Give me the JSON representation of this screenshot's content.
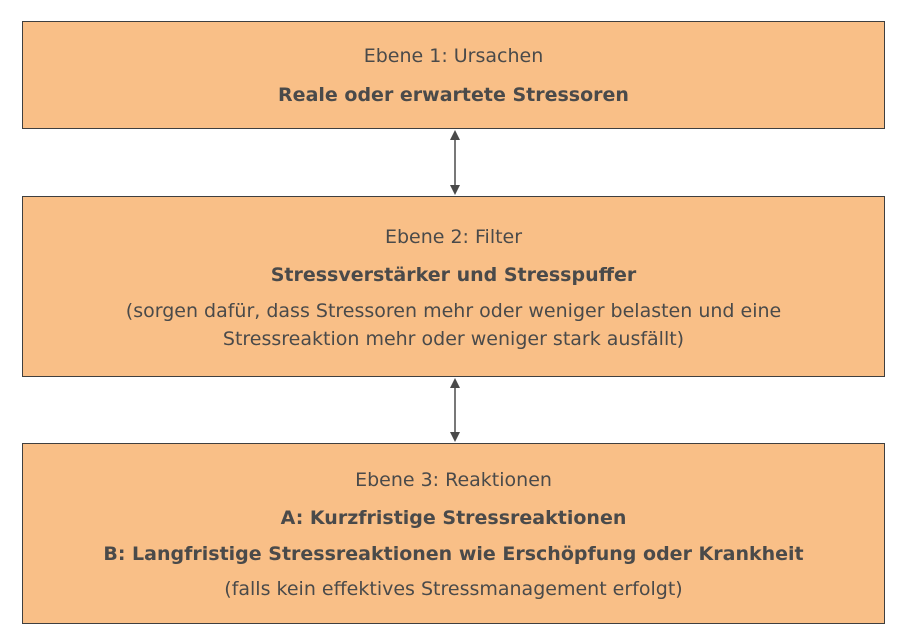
{
  "levels": [
    {
      "title": "Ebene 1: Ursachen",
      "bold_lines": [
        "Reale oder erwartete Stressoren"
      ],
      "note_lines": []
    },
    {
      "title": "Ebene 2: Filter",
      "bold_lines": [
        "Stressverstärker und Stresspuffer"
      ],
      "note_lines": [
        "(sorgen dafür, dass Stressoren mehr oder weniger belasten und eine",
        "Stressreaktion mehr oder weniger stark ausfällt)"
      ]
    },
    {
      "title": "Ebene 3: Reaktionen",
      "bold_lines": [
        "A: Kurzfristige Stressreaktionen",
        "B: Langfristige Stressreaktionen wie Erschöpfung oder Krankheit"
      ],
      "note_lines": [
        "(falls kein effektives Stressmanagement erfolgt)"
      ]
    }
  ],
  "colors": {
    "box_fill": "#f9bf87",
    "box_border": "#3f3f3f",
    "text": "#4a4a4a",
    "arrow": "#4a4a4a"
  }
}
